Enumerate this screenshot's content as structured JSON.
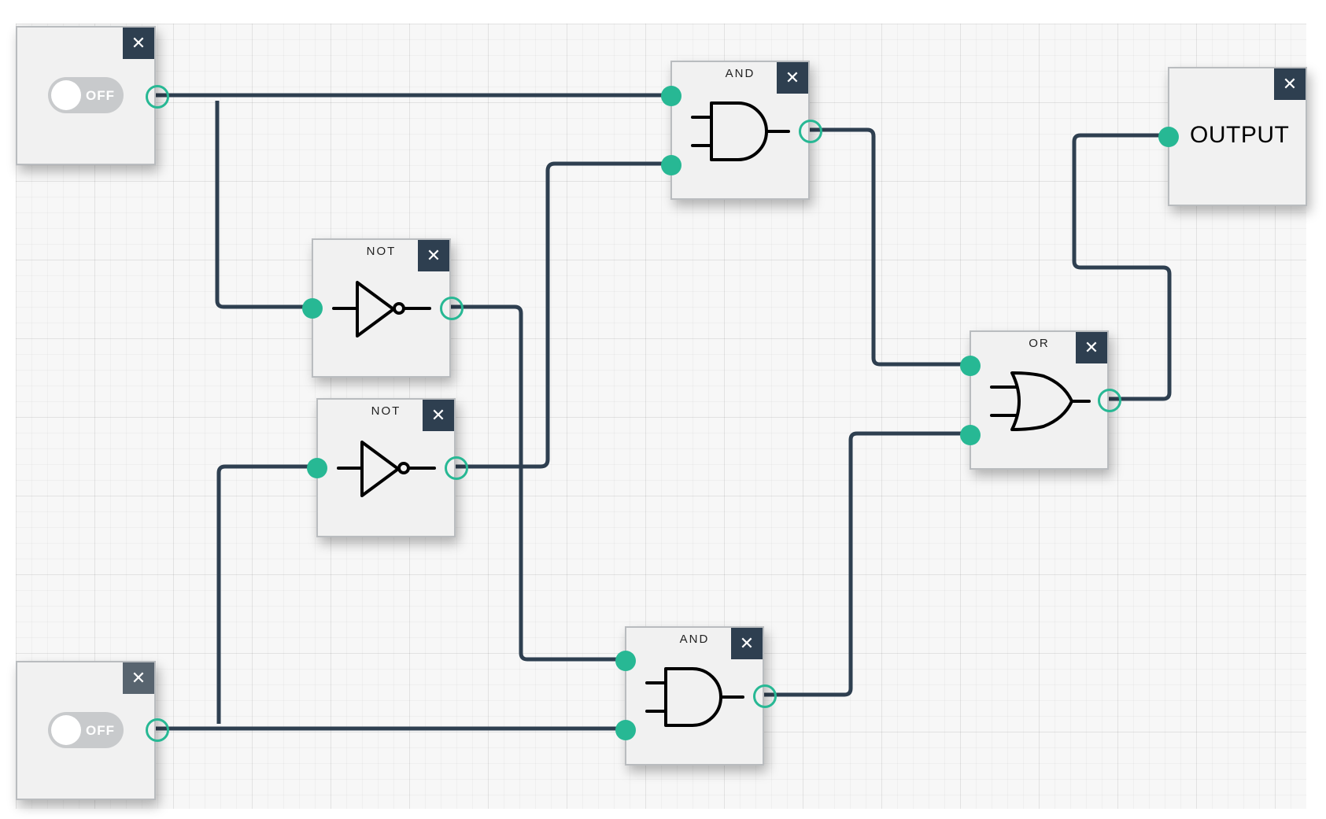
{
  "workspace": {
    "close_symbol": "✕",
    "input_switches": [
      {
        "state_label": "OFF",
        "is_on": false
      },
      {
        "state_label": "OFF",
        "is_on": false
      }
    ],
    "gates": [
      {
        "label": "AND",
        "symbol": "and-gate"
      },
      {
        "label": "NOT",
        "symbol": "not-gate"
      },
      {
        "label": "NOT",
        "symbol": "not-gate"
      },
      {
        "label": "AND",
        "symbol": "and-gate"
      },
      {
        "label": "OR",
        "symbol": "or-gate"
      }
    ],
    "output": {
      "label": "OUTPUT"
    }
  },
  "colors": {
    "wire": "#2e3f50",
    "port": "#27b894",
    "close_button": "#2e3f50",
    "node_background": "#f1f1f1"
  }
}
